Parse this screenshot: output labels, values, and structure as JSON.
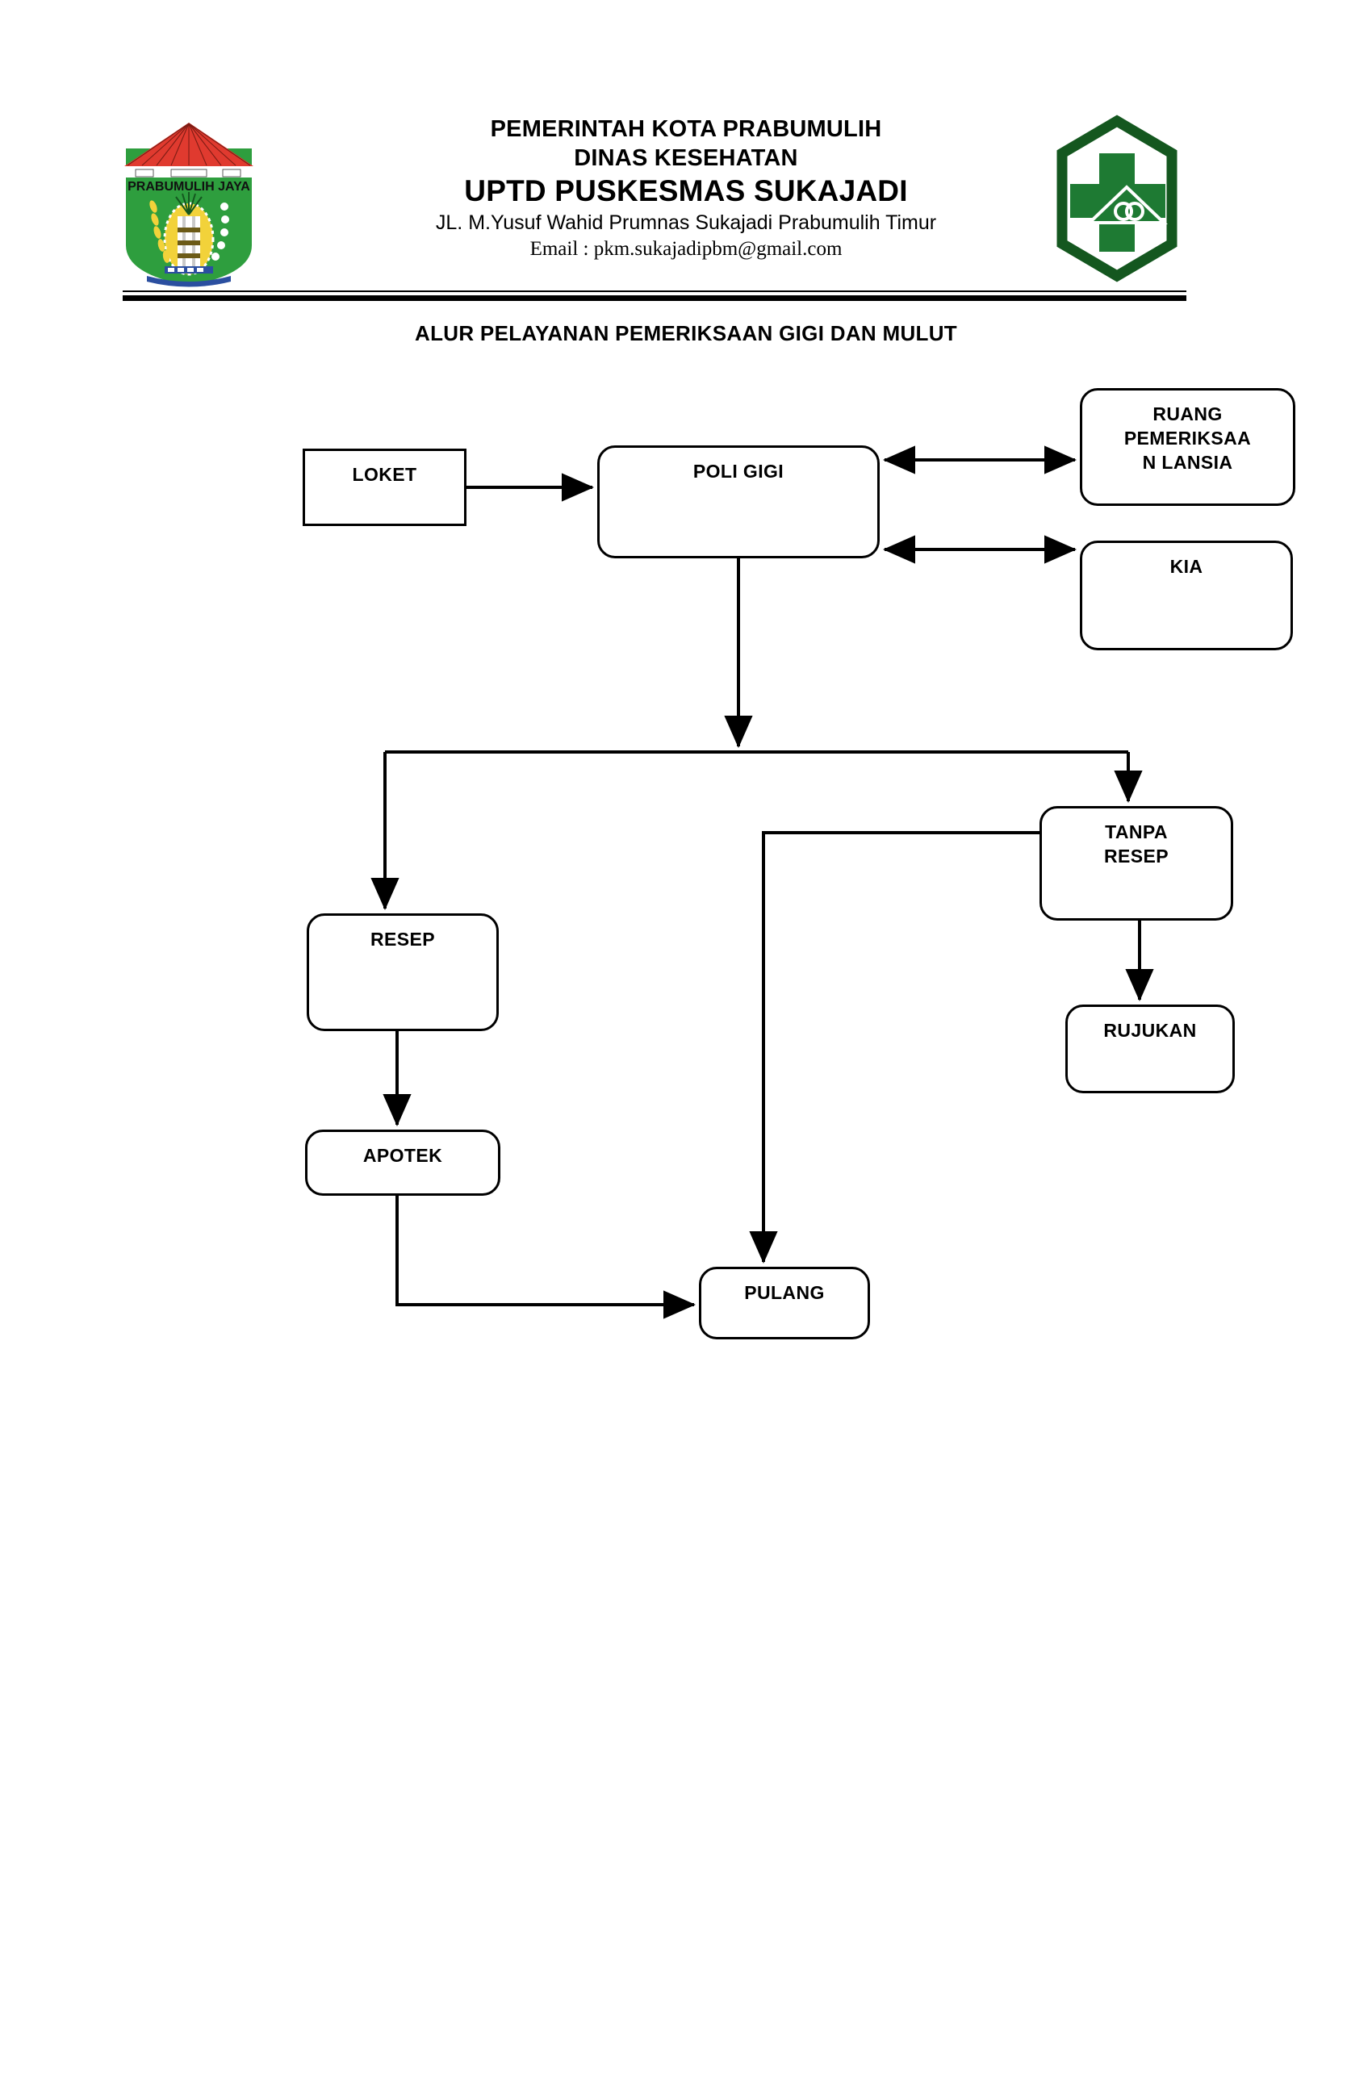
{
  "document": {
    "header": {
      "line1": "PEMERINTAH KOTA PRABUMULIH",
      "line2": "DINAS KESEHATAN",
      "line3": "UPTD PUSKESMAS SUKAJADI",
      "line4": "JL. M.Yusuf Wahid Prumnas Sukajadi Prabumulih Timur",
      "line5": "Email : pkm.sukajadipbm@gmail.com",
      "logo_left_name": "prabumulih-city-emblem",
      "logo_left_motto": "PRABUMULIH JAYA",
      "logo_right_name": "puskesmas-logo"
    },
    "title": "ALUR PELAYANAN PEMERIKSAAN GIGI DAN MULUT"
  },
  "colors": {
    "ink": "#000000",
    "paper": "#ffffff",
    "emblem_green": "#2e9e3e",
    "emblem_dark_green": "#1d7a2a",
    "emblem_red": "#e03a2f",
    "emblem_yellow": "#f2d23a",
    "logo_green": "#1e7a33",
    "logo_dark_green": "#14571f"
  },
  "flowchart": {
    "type": "flowchart",
    "nodes": [
      {
        "id": "loket",
        "label": "LOKET",
        "shape": "rect"
      },
      {
        "id": "poligigi",
        "label": "POLI GIGI",
        "shape": "rounded"
      },
      {
        "id": "lansia",
        "label": "RUANG\nPEMERIKSAA\nN LANSIA",
        "shape": "rounded"
      },
      {
        "id": "kia",
        "label": "KIA",
        "shape": "rounded"
      },
      {
        "id": "resep",
        "label": "RESEP",
        "shape": "rounded"
      },
      {
        "id": "tanparesep",
        "label": "TANPA\nRESEP",
        "shape": "rounded"
      },
      {
        "id": "rujukan",
        "label": "RUJUKAN",
        "shape": "rounded"
      },
      {
        "id": "apotek",
        "label": "APOTEK",
        "shape": "rounded"
      },
      {
        "id": "pulang",
        "label": "PULANG",
        "shape": "rounded"
      }
    ],
    "edges": [
      {
        "from": "loket",
        "to": "poligigi",
        "arrow": "single"
      },
      {
        "from": "poligigi",
        "to": "lansia",
        "arrow": "double"
      },
      {
        "from": "poligigi",
        "to": "kia",
        "arrow": "double"
      },
      {
        "from": "poligigi",
        "to": "resep",
        "arrow": "single"
      },
      {
        "from": "poligigi",
        "to": "tanparesep",
        "arrow": "single"
      },
      {
        "from": "resep",
        "to": "apotek",
        "arrow": "single"
      },
      {
        "from": "apotek",
        "to": "pulang",
        "arrow": "single"
      },
      {
        "from": "tanparesep",
        "to": "rujukan",
        "arrow": "single"
      },
      {
        "from": "tanparesep",
        "to": "pulang",
        "arrow": "single"
      }
    ]
  }
}
